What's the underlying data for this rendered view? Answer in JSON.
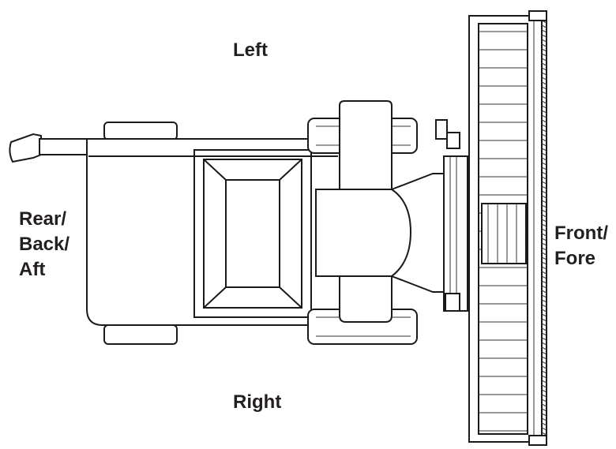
{
  "labels": {
    "left": "Left",
    "right": "Right",
    "rear": [
      "Rear/",
      "Back/",
      "Aft"
    ],
    "front": [
      "Front/",
      "Fore"
    ]
  }
}
